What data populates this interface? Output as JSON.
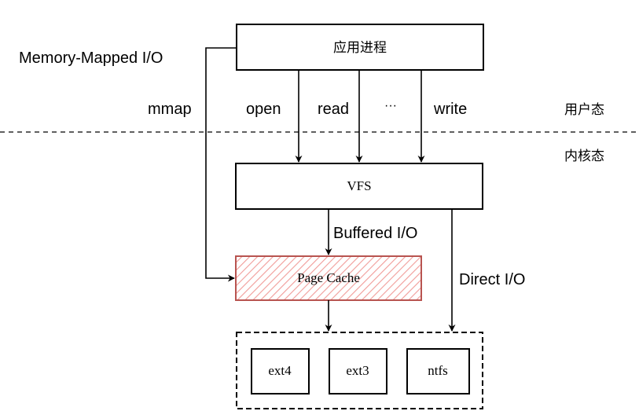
{
  "boxes": {
    "app": "应用进程",
    "vfs": "VFS",
    "page_cache": "Page Cache",
    "filesystems": [
      "ext4",
      "ext3",
      "ntfs"
    ]
  },
  "labels": {
    "memory_mapped": "Memory-Mapped I/O",
    "mmap": "mmap",
    "open": "open",
    "read": "read",
    "ellipsis": "···",
    "write": "write",
    "buffered": "Buffered I/O",
    "direct": "Direct I/O"
  },
  "zones": {
    "user": "用户态",
    "kernel": "内核态"
  },
  "colors": {
    "stroke": "#000000",
    "page_cache_stroke": "#b85450",
    "page_cache_hatch": "#f19c99"
  }
}
